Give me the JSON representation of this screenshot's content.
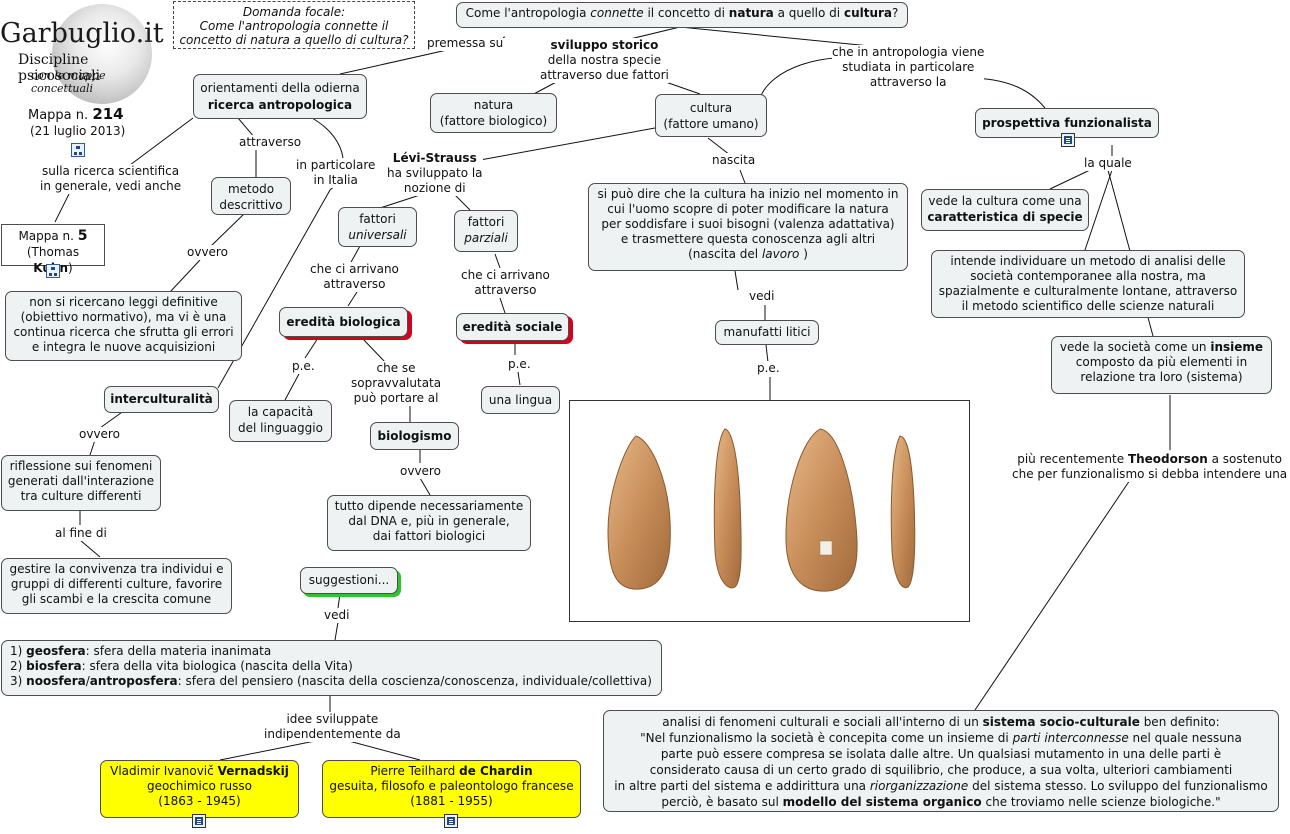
{
  "logo": {
    "title": "Garbuglio.it",
    "subtitle": "Discipline psicosociali",
    "tagline": "con le mappe concettuali"
  },
  "map_info": {
    "prefix": "Mappa n.",
    "number": "214",
    "date": "(21 luglio 2013)"
  },
  "focus": {
    "line1": "Domanda focale:",
    "line2": "Come l'antropologia connette il",
    "line3": "concetto di natura a quello di cultura?"
  },
  "question": {
    "pre": "Come l'antropologia",
    "em": "connette",
    "mid1": "il concetto di",
    "b1": "natura",
    "mid2": "a quello di",
    "b2": "cultura",
    "end": "?"
  },
  "labels": {
    "premessa": "premessa su",
    "sviluppo_b": "sviluppo storico",
    "sviluppo_l2": "della nostra specie",
    "sviluppo_l3": "attraverso due fattori",
    "che_antrop_l1": "che in antropologia viene",
    "che_antrop_l2": "studiata in particolare",
    "che_antrop_l3": "attraverso la",
    "attraverso": "attraverso",
    "in_particolare_l1": "in particolare",
    "in_particolare_l2": "in Italia",
    "sulla_ricerca_l1": "sulla ricerca scientifica",
    "sulla_ricerca_l2": "in generale, vedi anche",
    "ovvero": "ovvero",
    "levi_b": "Lévi-Strauss",
    "levi_l2": "ha sviluppato la",
    "levi_l3": "nozione di",
    "nascita": "nascita",
    "la_quale": "la quale",
    "che_arrivano": "che ci arrivano",
    "pe": "p.e.",
    "che_se_l1": "che se",
    "che_se_l2": "sopravvalutata",
    "che_se_l3": "può portare al",
    "vedi": "vedi",
    "al_fine_di": "al fine di",
    "theo_l1_pre": "più recentemente",
    "theo_b": "Theodorson",
    "theo_l1_post": "a sostenuto",
    "theo_l2": "che per funzionalismo si debba intendere una",
    "idee_l1": "idee sviluppate",
    "idee_l2": "indipendentemente da"
  },
  "nodes": {
    "orientamenti_l1": "orientamenti della odierna",
    "orientamenti_b": "ricerca antropologica",
    "natura_l1": "natura",
    "natura_l2": "(fattore biologico)",
    "cultura_l1": "cultura",
    "cultura_l2": "(fattore umano)",
    "prospettiva": "prospettiva funzionalista",
    "metodo_l1": "metodo",
    "metodo_l2": "descrittivo",
    "mappa5_prefix": "Mappa n.",
    "mappa5_number": "5",
    "mappa5_l2_pre": "(Thomas",
    "mappa5_l2_b": "Kuhn",
    "mappa5_l2_post": ")",
    "ricerche_l1": "non si ricercano leggi definitive",
    "ricerche_l2": "(obiettivo normativo), ma vi è una",
    "ricerche_l3": "continua ricerca che sfrutta gli errori",
    "ricerche_l4": "e integra le nuove acquisizioni",
    "universali_l1": "fattori",
    "universali_l2": "universali",
    "parziali_l1": "fattori",
    "parziali_l2": "parziali",
    "cultura_inizio_l1": "si può dire che la cultura ha inizio nel momento in",
    "cultura_inizio_l2": "cui l'uomo scopre di poter modificare la natura",
    "cultura_inizio_l3": "per soddisfare i suoi bisogni (valenza adattativa)",
    "cultura_inizio_l4": "e trasmettere questa conoscenza agli altri",
    "cultura_inizio_l5_pre": "(nascita del",
    "cultura_inizio_l5_em": "lavoro",
    "cultura_inizio_l5_post": ")",
    "caratteristica_l1": "vede la cultura come una",
    "caratteristica_b": "caratteristica di specie",
    "metodo_analisi_l1": "intende individuare un metodo di analisi delle",
    "metodo_analisi_l2": "società contemporanee alla nostra, ma",
    "metodo_analisi_l3": "spazialmente e culturalmente lontane, attraverso",
    "metodo_analisi_l4": "il metodo scientifico delle scienze naturali",
    "eredita_bio": "eredità biologica",
    "eredita_soc": "eredità sociale",
    "manufatti": "manufatti litici",
    "insieme_pre": "vede la società come un",
    "insieme_b": "insieme",
    "insieme_l2": "composto da più elementi in",
    "insieme_l3": "relazione tra loro (sistema)",
    "interculturalita": "interculturalità",
    "linguaggio_l1": "la capacità",
    "linguaggio_l2": "del linguaggio",
    "lingua": "una lingua",
    "biologismo": "biologismo",
    "riflessione_l1": "riflessione sui fenomeni",
    "riflessione_l2": "generati dall'interazione",
    "riflessione_l3": "tra culture differenti",
    "dna_l1": "tutto dipende necessariamente",
    "dna_l2": "dal DNA e, più in generale,",
    "dna_l3": "dai fattori biologici",
    "gestire_l1": "gestire la convivenza tra individui e",
    "gestire_l2": "gruppi di differenti culture, favorire",
    "gestire_l3": "gli scambi e la crescita comune",
    "suggestioni": "suggestioni...",
    "sfere_1_n": "1)",
    "sfere_1_b": "geosfera",
    "sfere_1_t": ": sfera della materia inanimata",
    "sfere_2_n": "2)",
    "sfere_2_b": "biosfera",
    "sfere_2_t": ": sfera della vita biologica (nascita della Vita)",
    "sfere_3_n": "3)",
    "sfere_3_b1": "noosfera",
    "sfere_3_sep": "/",
    "sfere_3_b2": "antroposfera",
    "sfere_3_t": ": sfera del pensiero (nascita della coscienza/conoscenza, individuale/collettiva)",
    "vernadskij_pre": "Vladimir Ivanovič",
    "vernadskij_b": "Vernadskij",
    "vernadskij_l2": "geochimico russo",
    "vernadskij_l3": "(1863 - 1945)",
    "chardin_pre": "Pierre Teilhard",
    "chardin_b": "de Chardin",
    "chardin_l2": "gesuita, filosofo e paleontologo francese",
    "chardin_l3": "(1881 - 1955)",
    "sistema_l1_pre": "analisi di fenomeni culturali e sociali all'interno di un",
    "sistema_l1_b": "sistema socio-culturale",
    "sistema_l1_post": "ben definito:",
    "sistema_l2_pre": "\"Nel funzionalismo la società è concepita come un insieme di",
    "sistema_l2_em": "parti interconnesse",
    "sistema_l2_post": "nel quale nessuna",
    "sistema_l3": "parte può essere compresa se isolata dalle altre. Un qualsiasi mutamento in una delle parti è",
    "sistema_l4": "considerato causa di un certo grado di squilibrio, che produce, a sua volta, ulteriori cambiamenti",
    "sistema_l5_pre": "in altre parti del sistema e addirittura una",
    "sistema_l5_em": "riorganizzazione",
    "sistema_l5_post": "del sistema stesso. Lo sviluppo del funzionalismo",
    "sistema_l6_pre": "perciò, è basato sul",
    "sistema_l6_b": "modello del sistema organico",
    "sistema_l6_post": "che troviamo nelle scienze biologiche.\""
  },
  "icons": {
    "map_link": "concept-map-icon",
    "resource": "document-icon"
  },
  "colors": {
    "node_bg": "#eef2f3",
    "yellow": "#ffff00",
    "red_shadow": "#d6001c",
    "green_shadow": "#2dc42d"
  }
}
